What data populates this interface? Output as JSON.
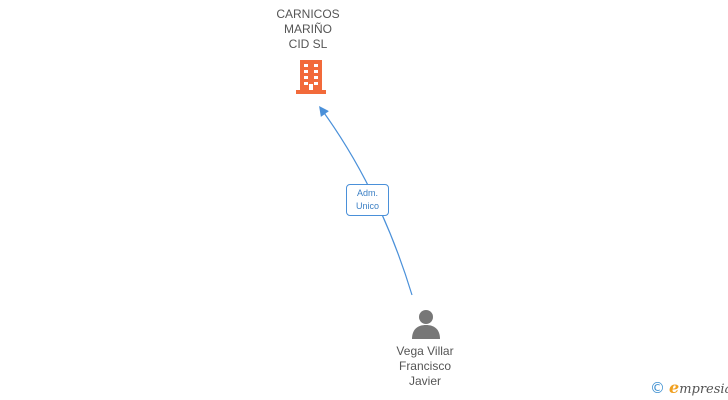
{
  "company": {
    "name_lines": [
      "CARNICOS",
      "MARIÑO",
      "CID SL"
    ],
    "icon": "building-icon",
    "icon_color": "#f26a3a"
  },
  "person": {
    "name_lines": [
      "Vega Villar",
      "Francisco",
      "Javier"
    ],
    "icon": "person-icon",
    "icon_color": "#777777"
  },
  "relation": {
    "label_lines": [
      "Adm.",
      "Unico"
    ],
    "color": "#4a90d9"
  },
  "footer": {
    "copyright_symbol": "©",
    "brand_initial": "e",
    "brand_rest": "mpresia"
  }
}
